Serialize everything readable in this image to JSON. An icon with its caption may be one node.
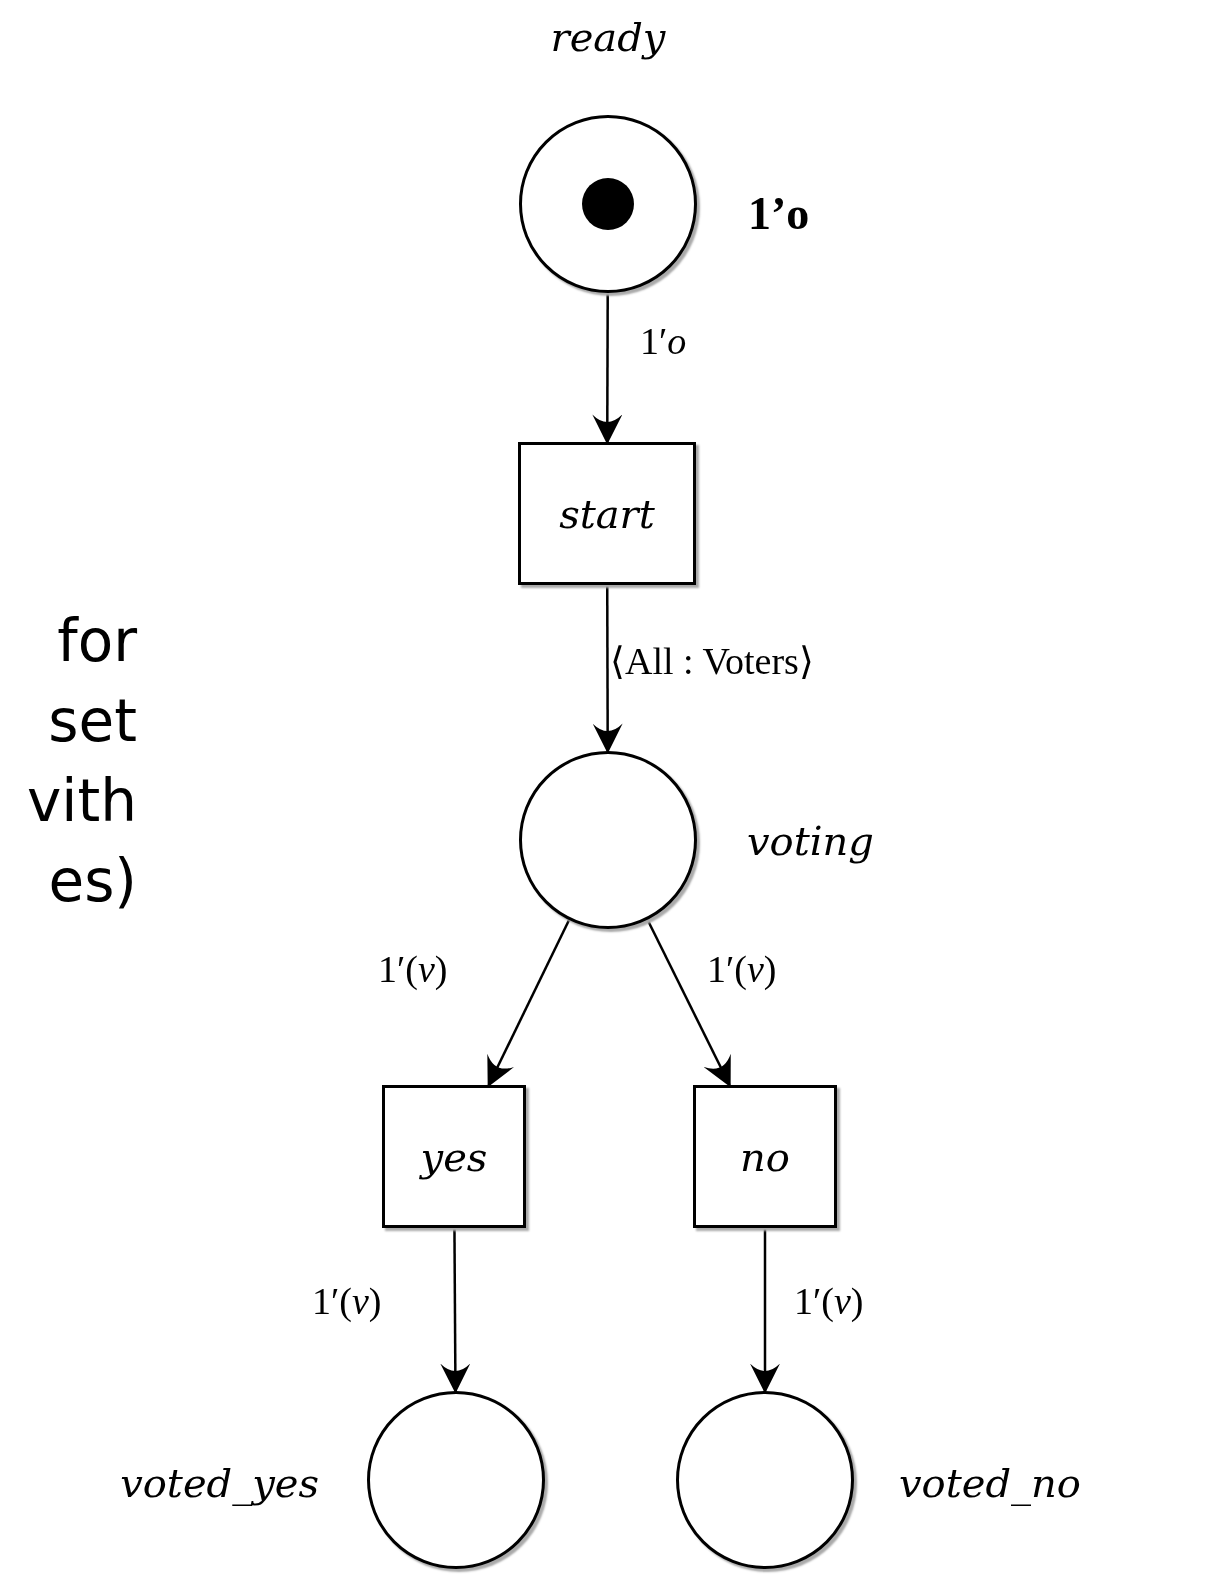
{
  "diagram": {
    "nodes": [
      {
        "text": [
          "ready"
        ],
        "beside": [
          "1’o"
        ]
      },
      {
        "text": [
          "start"
        ]
      },
      {
        "text": [
          "voting"
        ]
      },
      {
        "text": [
          "yes"
        ]
      },
      {
        "text": [
          "no"
        ]
      },
      {
        "text": [
          "voted_yes"
        ]
      },
      {
        "text": [
          "voted_no"
        ]
      }
    ],
    "edges": [
      {
        "from": 0,
        "to": 1,
        "arrow": "to",
        "label": "1′*o*"
      },
      {
        "from": 1,
        "to": 2,
        "arrow": "to",
        "label": "⟨All : Voters⟩"
      },
      {
        "from": 2,
        "to": 3,
        "arrow": "to",
        "label": "1′(*v*)"
      },
      {
        "from": 2,
        "to": 4,
        "arrow": "to",
        "label": "1′(*v*)"
      },
      {
        "from": 3,
        "to": 5,
        "arrow": "to",
        "label": "1′(*v*)"
      },
      {
        "from": 4,
        "to": 6,
        "arrow": "to",
        "label": "1′(*v*)"
      }
    ],
    "labels": [
      "for",
      "set",
      "vith",
      "es)"
    ]
  }
}
